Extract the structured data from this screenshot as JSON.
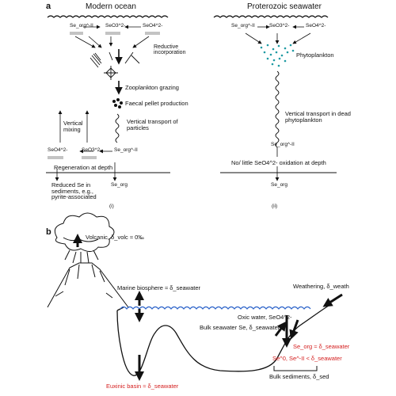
{
  "panel_a": {
    "label": "a",
    "left": {
      "title": "Modern ocean",
      "species_top": [
        "Se_org^-II",
        "SeO3^2-",
        "SeO4^2-"
      ],
      "reductive_label": "Reductive incorporation",
      "zooplankton_label": "Zooplankton grazing",
      "faecal_label": "Faecal pellet production",
      "transport_label": "Vertical transport of particles",
      "mixing_label": "Vertical mixing",
      "species_bottom": [
        "SeO4^2-",
        "SeO3^2-",
        "Se_org^-II"
      ],
      "regeneration_label": "Regeneration at depth",
      "reduced_label": "Reduced Se in sediments, e.g., pyrite-associated",
      "se_org_label": "Se_org",
      "roman": "(i)"
    },
    "right": {
      "title": "Proterozoic seawater",
      "species_top": [
        "Se_org^-II",
        "SeO3^2-",
        "SeO4^2-"
      ],
      "phytoplankton_label": "Phytoplankton",
      "transport_label": "Vertical transport in dead phytoplankton",
      "se_org_deep": "Se_org^-II",
      "oxidation_label": "No/ little SeO4^2- oxidation at depth",
      "se_org_label": "Se_org",
      "roman": "(ii)"
    }
  },
  "panel_b": {
    "label": "b",
    "volcanic_label": "Volcanic, δ_volc ≈ 0‰",
    "biosphere_label": "Marine biosphere ≈ δ_seawater",
    "weathering_label": "Weathering, δ_weath",
    "oxic_label": "Oxic water, SeO4^2-",
    "bulk_seawater_label": "Bulk seawater Se, δ_seawater",
    "se_org_red": "Se_org ≈ δ_seawater",
    "se_red": "Se^0, Se^-II < δ_seawater",
    "euxinic_label": "Euxinic basin ≈ δ_seawater",
    "bulk_sediments_label": "Bulk sediments, δ_sed"
  },
  "colors": {
    "ink": "#111111",
    "water": "#2c63c9",
    "red": "#d41e1e",
    "phyto": "#1f9aa3"
  }
}
